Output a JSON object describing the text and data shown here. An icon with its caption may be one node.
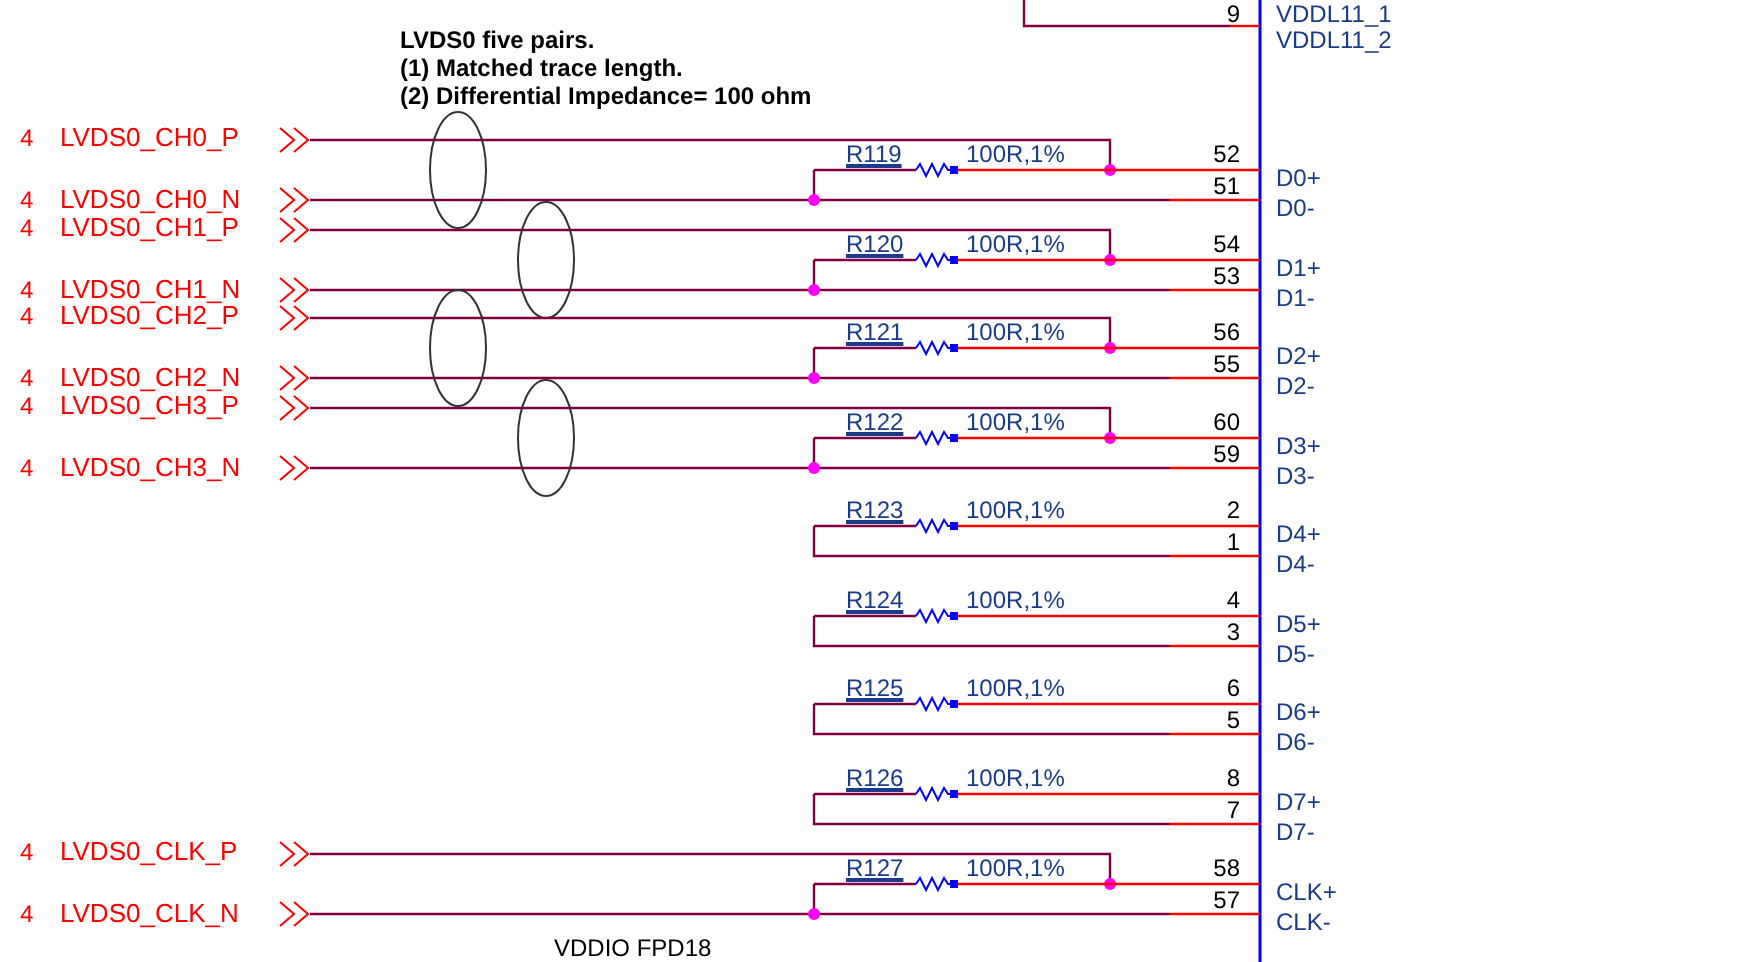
{
  "diagram": {
    "labels": [
      "9",
      "VDDL11_1",
      "LVDS0 five pairs.",
      "VDDL11_2",
      "(1) Matched trace length.",
      "(2) Differential Impedance= 100 ohm",
      "4",
      "LVDS0_CH0_P",
      "R119",
      "100R,1%",
      "52",
      "D0+",
      "4",
      "LVDS0_CH0_N",
      "51",
      "D0-",
      "4",
      "LVDS0_CH1_P",
      "R120",
      "100R,1%",
      "54",
      "D1+",
      "4",
      "LVDS0_CH1_N",
      "53",
      "D1-",
      "4",
      "LVDS0_CH2_P",
      "R121",
      "100R,1%",
      "56",
      "D2+",
      "4",
      "LVDS0_CH2_N",
      "55",
      "D2-",
      "4",
      "LVDS0_CH3_P",
      "R122",
      "100R,1%",
      "60",
      "D3+",
      "4",
      "LVDS0_CH3_N",
      "59",
      "D3-",
      "R123",
      "100R,1%",
      "2",
      "D4+",
      "1",
      "D4-",
      "R124",
      "100R,1%",
      "4",
      "D5+",
      "3",
      "D5-",
      "R125",
      "100R,1%",
      "6",
      "D6+",
      "5",
      "D6-",
      "R126",
      "100R,1%",
      "8",
      "D7+",
      "7",
      "D7-",
      "4",
      "LVDS0_CLK_P",
      "R127",
      "100R,1%",
      "58",
      "CLK+",
      "4",
      "LVDS0_CLK_N",
      "57",
      "CLK-",
      "VDDIO FPD18"
    ]
  }
}
